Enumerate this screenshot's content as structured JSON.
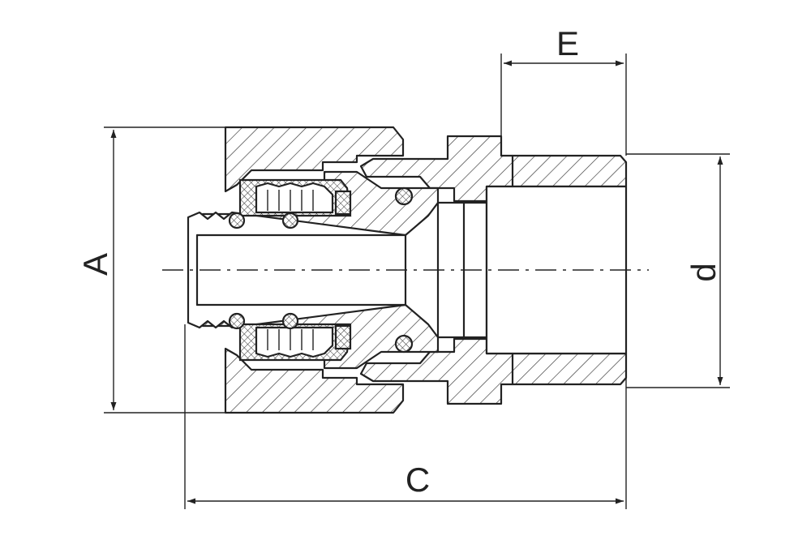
{
  "dimensions": {
    "A": "A",
    "C": "C",
    "E": "E",
    "d": "d"
  }
}
